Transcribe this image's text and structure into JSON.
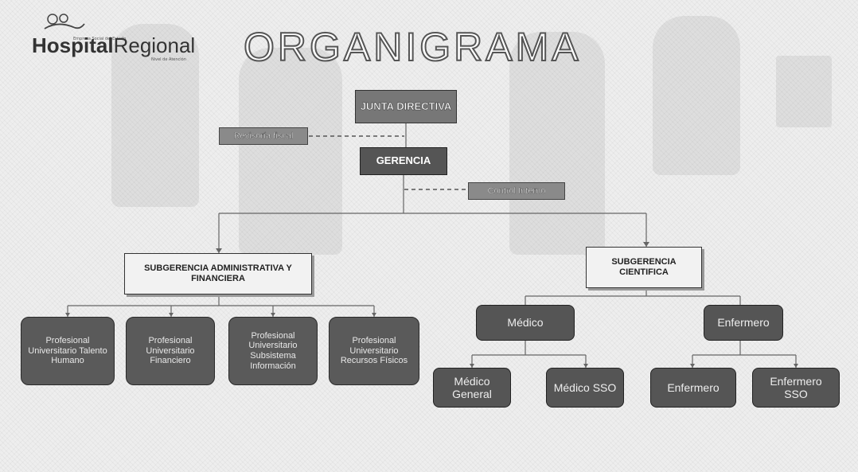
{
  "logo": {
    "name_bold": "Hospital",
    "name_regular": "Regional",
    "small_text": "Empresa Social del Estado",
    "tagline": "Nivel de Atención"
  },
  "title": "ORGANIGRAMA",
  "nodes": {
    "junta": "JUNTA DIRECTIVA",
    "revisoria": "Revisoría fiscal",
    "gerencia": "GERENCIA",
    "control": "Control Interno",
    "sub_admin": "SUBGERENCIA ADMINISTRATIVA Y FINANCIERA",
    "sub_cientifica": "SUBGERENCIA CIENTIFICA",
    "talento": "Profesional Universitario Talento Humano",
    "financiero": "Profesional Universitario Financiero",
    "informacion": "Profesional Universitario Subsistema Información",
    "recursos": "Profesional Universitario Recursos Físicos",
    "medico": "Médico",
    "enfermero": "Enfermero",
    "medico_general": "Médico General",
    "medico_sso": "Médico SSO",
    "enfermero_leaf": "Enfermero",
    "enfermero_sso": "Enfermero SSO"
  },
  "colors": {
    "line": "#666666",
    "dashed_line": "#555555",
    "dark_box": "#555555",
    "sub_box": "#f2f2f2"
  }
}
